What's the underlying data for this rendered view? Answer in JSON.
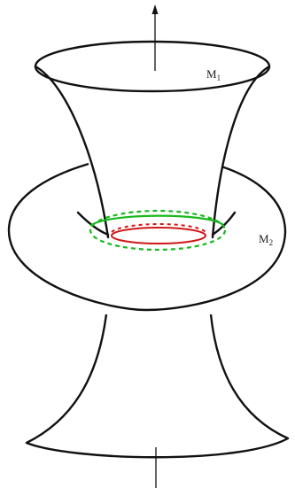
{
  "labels": {
    "m1": {
      "base": "M",
      "sub": "1"
    },
    "m2": {
      "base": "M",
      "sub": "2"
    }
  },
  "colors": {
    "outline": "#111111",
    "inner_circle": "#d01818",
    "outer_circle": "#19b81e",
    "background": "#ffffff"
  },
  "icons": {
    "axis_arrow": "arrow-up-icon"
  }
}
